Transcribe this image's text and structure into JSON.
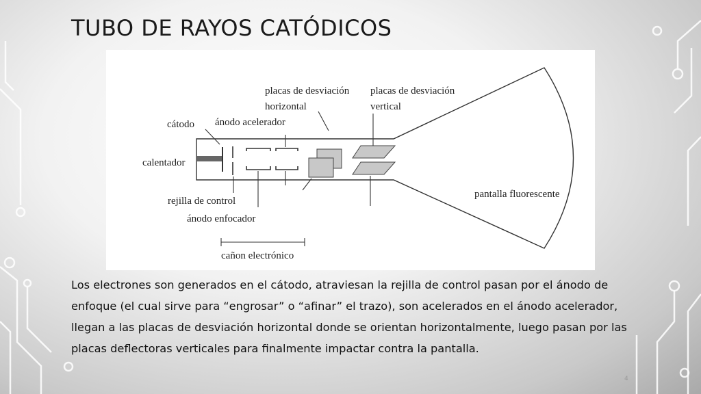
{
  "slide": {
    "title": "TUBO DE RAYOS CATÓDICOS",
    "body": "Los electrones son generados en el cátodo, atraviesan la rejilla de control pasan por el ánodo de enfoque (el cual sirve para “engrosar” o “afinar” el trazo), son acelerados en el ánodo acelerador, llegan a las placas de desviación horizontal donde se orientan horizontalmente, luego pasan por las placas deflectoras verticales para finalmente impactar contra la pantalla.",
    "page_number": "4"
  },
  "diagram": {
    "labels": {
      "placas_h_1": "placas de desviación",
      "placas_h_2": "horizontal",
      "placas_v_1": "placas de desviación",
      "placas_v_2": "vertical",
      "catodo": "cátodo",
      "anodo_acelerador": "ánodo acelerador",
      "calentador": "calentador",
      "rejilla": "rejilla de control",
      "anodo_enfocador": "ánodo enfocador",
      "canon": "cañon electrónico",
      "pantalla": "pantalla fluorescente"
    }
  },
  "decor": {
    "circuit_color": "#ffffff"
  }
}
